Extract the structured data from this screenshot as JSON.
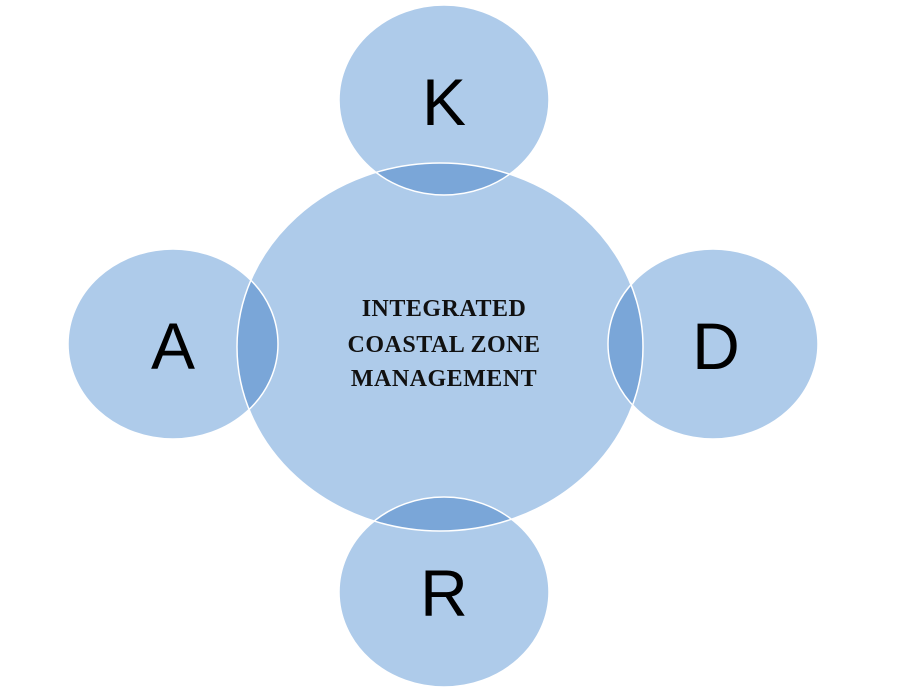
{
  "diagram": {
    "hub": {
      "lines": [
        "INTEGRATED",
        "COASTAL ZONE",
        "MANAGEMENT"
      ]
    },
    "satellites": {
      "top": "K",
      "left": "A",
      "right": "D",
      "bottom": "R"
    },
    "colors": {
      "fill": "#aecbea",
      "outline": "#ffffff",
      "overlap": "#7aa6d8",
      "text": "#000000"
    }
  }
}
